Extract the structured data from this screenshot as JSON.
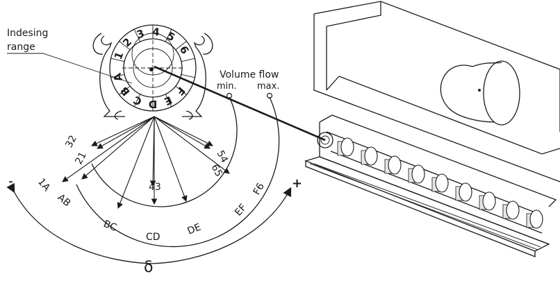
{
  "callouts": {
    "indexing_line1": "Indesing",
    "indexing_line2": "range",
    "volume_flow": "Volume flow",
    "min": "min.",
    "max": "max."
  },
  "dial": {
    "numbers": [
      "1",
      "2",
      "3",
      "4",
      "5",
      "6"
    ],
    "letters": [
      "A",
      "B",
      "C",
      "D",
      "E",
      "F"
    ]
  },
  "fan_labels": {
    "inner_left": "32",
    "inner_left_low": "21",
    "inner_right": "54",
    "inner_right_low": "65",
    "center": "43",
    "outer": [
      "1A",
      "AB",
      "BC",
      "CD",
      "DE",
      "EF",
      "F6"
    ]
  },
  "scale": {
    "minus": "-",
    "plus": "+",
    "delta": "δ"
  }
}
